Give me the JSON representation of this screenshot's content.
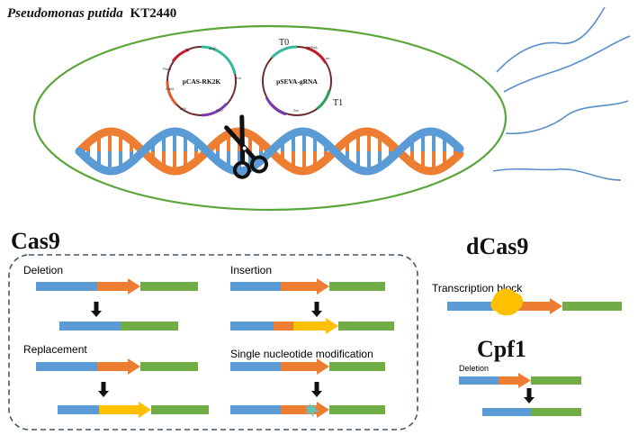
{
  "title": {
    "organism": "Pseudomonas putida",
    "strain": "KT2440"
  },
  "plasmids": [
    {
      "name": "pCAS-RK2K",
      "features": [
        "hp",
        "araC",
        "Km",
        "RK2",
        "oriV",
        "Pbad",
        "Cas9"
      ]
    },
    {
      "name": "pSEVA-gRNA",
      "features": [
        "T0",
        "gRNA",
        "ori",
        "Sm",
        "T1"
      ]
    }
  ],
  "cas9": {
    "heading": "Cas9",
    "panels": {
      "deletion": "Deletion",
      "insertion": "Insertion",
      "replacement": "Replacement",
      "snm": "Single nucleotide modification"
    }
  },
  "dcas9": {
    "heading": "dCas9",
    "panel": "Transcription block"
  },
  "cpf1": {
    "heading": "Cpf1",
    "panel": "Deletion"
  },
  "colors": {
    "blue": "#5b9bd5",
    "orange": "#ed7d31",
    "green": "#70ad47",
    "yellow": "#ffc000",
    "teal": "#5cc7b9",
    "cell_border": "#5aa63a",
    "dashed_border": "#44546a"
  }
}
